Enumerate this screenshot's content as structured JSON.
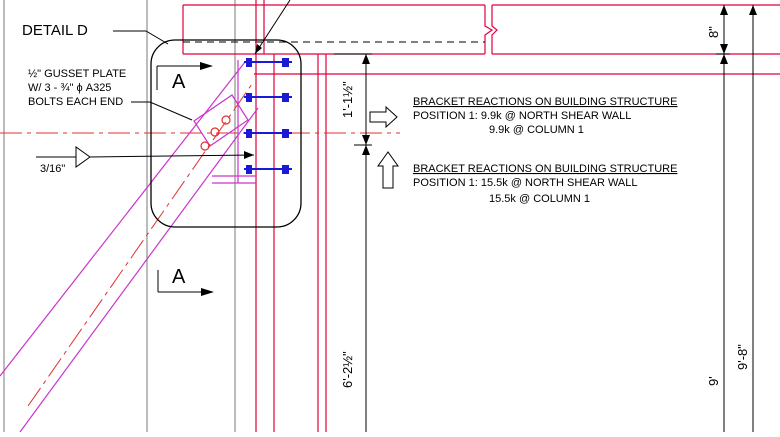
{
  "colors": {
    "steel": "#e0003c",
    "gusset": "#cc33cc",
    "bolt": "#1a1ad6",
    "centerline": "#e03030",
    "line": "#000000",
    "gray": "#7a7a7a"
  },
  "detail_label": "DETAIL D",
  "gusset_note": {
    "line1": "½\" GUSSET PLATE",
    "line2": "W/ 3 - ¾\" ϕ A325",
    "line3": "BOLTS EACH END"
  },
  "weld_symbol": "3/16\"",
  "section_cuts": {
    "top": "A",
    "bottom": "A"
  },
  "dimensions": {
    "top_right": "8\"",
    "vertical_short": "1'-1½\"",
    "vertical_long": "6'-2½\"",
    "right_total": "9'-8\"",
    "right_inner": "9'"
  },
  "reactions": [
    {
      "heading": "BRACKET REACTIONS ON BUILDING STRUCTURE",
      "line1": "POSITION 1: 9.9k @ NORTH SHEAR WALL",
      "line2": "9.9k @ COLUMN 1"
    },
    {
      "heading": "BRACKET REACTIONS ON BUILDING STRUCTURE",
      "line1": "POSITION 1: 15.5k @ NORTH SHEAR WALL",
      "line2": "15.5k @ COLUMN 1"
    }
  ],
  "icons": [
    "right-arrow-icon",
    "up-arrow-icon",
    "weld-flag-icon",
    "bolt-icon"
  ]
}
